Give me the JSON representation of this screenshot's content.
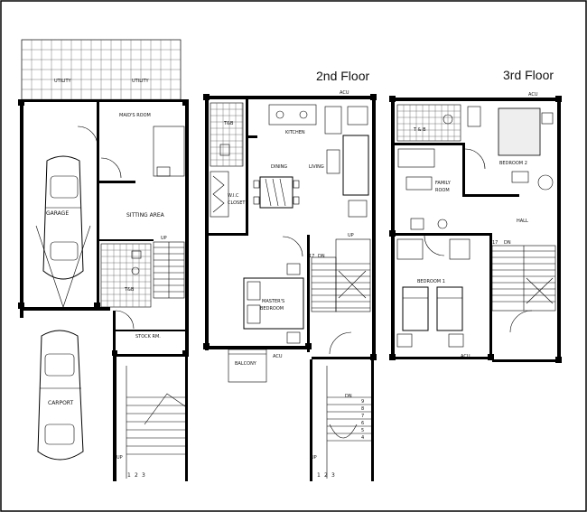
{
  "headings": {
    "second_floor": "2nd Floor",
    "third_floor": "3rd Floor"
  },
  "ground_floor": {
    "utility_1": "UTILITY",
    "utility_2": "UTILITY",
    "maids_room": "MAID'S ROOM",
    "garage": "GARAGE",
    "sitting_area": "SITTING AREA",
    "tb": "T&B",
    "up": "UP",
    "stock_rm": "STOCK RM.",
    "carport": "CARPORT",
    "stair_up": "UP",
    "stair_numbers": [
      "1",
      "2",
      "3"
    ]
  },
  "second_floor": {
    "acu_top": "ACU",
    "tb": "T&B",
    "kitchen": "KITCHEN",
    "dining": "DINING",
    "living": "LIVING",
    "wic_1": "W.I.C",
    "wic_2": "CLOSET",
    "up": "UP",
    "dn": "DN",
    "stair_17": "17",
    "master_1": "MASTER'S",
    "master_2": "BEDROOM",
    "balcony": "BALCONY",
    "acu_bottom": "ACU",
    "lower_dn": "DN",
    "lower_up": "UP",
    "stair_numbers": [
      "1",
      "2",
      "3"
    ],
    "stair_numbers_right": [
      "9",
      "8",
      "7",
      "6",
      "5",
      "4"
    ]
  },
  "third_floor": {
    "acu_top": "ACU",
    "tb": "T & B",
    "bedroom2": "BEDROOM 2",
    "family_1": "FAMILY",
    "family_2": "ROOM",
    "hall": "HALL",
    "stair_17": "17",
    "dn": "DN",
    "bedroom1": "BEDROOM 1",
    "acu_bottom": "ACU"
  }
}
